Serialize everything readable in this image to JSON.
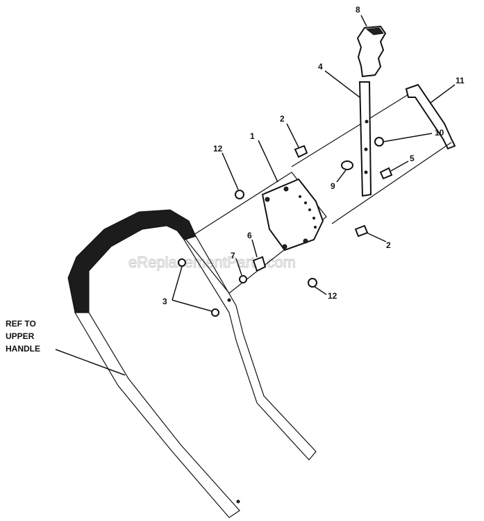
{
  "labels": {
    "p1": "1",
    "p2a": "2",
    "p2b": "2",
    "p3": "3",
    "p4": "4",
    "p5": "5",
    "p6": "6",
    "p7": "7",
    "p8": "8",
    "p9": "9",
    "p10": "10",
    "p11": "11",
    "p12a": "12",
    "p12b": "12"
  },
  "ref_note": {
    "line1": "REF TO",
    "line2": "UPPER",
    "line3": "HANDLE"
  },
  "watermark": "eReplacementParts.com"
}
